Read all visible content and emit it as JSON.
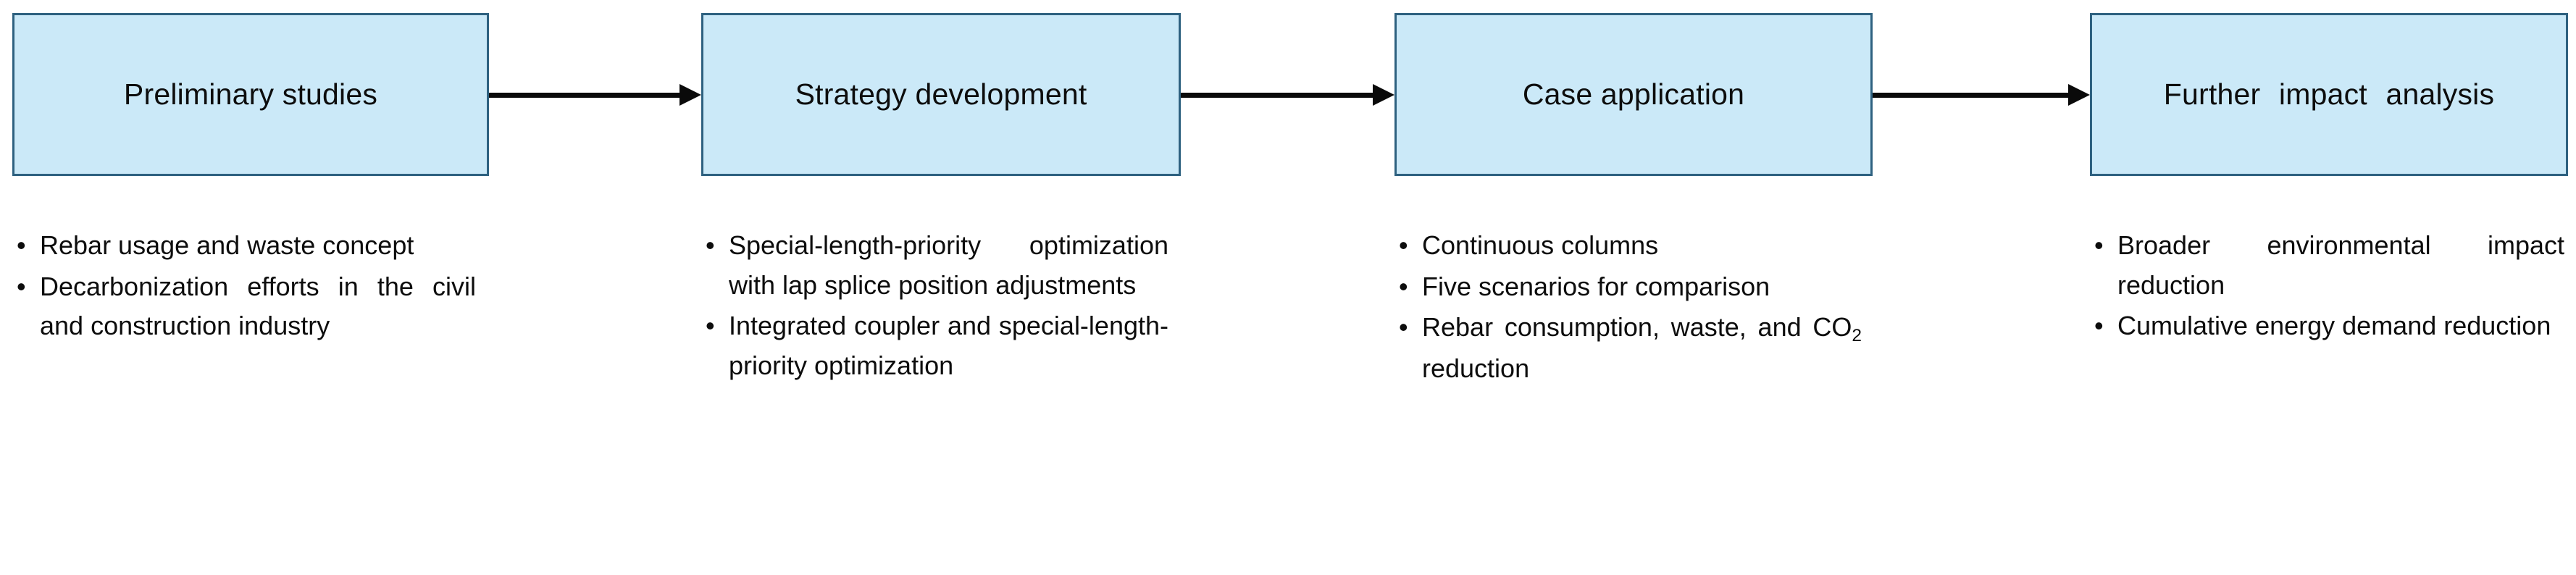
{
  "diagram": {
    "title": "Research workflow flowchart",
    "colors": {
      "box_fill": "#cbe9f8",
      "box_border": "#2e6180",
      "arrow": "#0a0a0a",
      "text": "#0d0d0d",
      "background": "#ffffff"
    },
    "stages": [
      {
        "id": "stage-1",
        "box_label": "Preliminary studies",
        "bullets": [
          "Rebar usage and waste concept",
          "Decarbonization efforts in the civil and construction industry"
        ]
      },
      {
        "id": "stage-2",
        "box_label": "Strategy development",
        "bullets": [
          "Special-length-priority optimization with lap splice position adjustments",
          "Integrated coupler and special-length-priority optimization"
        ]
      },
      {
        "id": "stage-3",
        "box_label": "Case application",
        "bullets": [
          "Continuous columns",
          "Five scenarios for comparison",
          "Rebar consumption, waste, and CO2 reduction"
        ]
      },
      {
        "id": "stage-4",
        "box_label": "Further impact analysis",
        "bullets": [
          "Broader environmental impact reduction",
          "Cumulative energy demand reduction"
        ]
      }
    ],
    "connectors": [
      {
        "id": "arrow-1",
        "from": "stage-1",
        "to": "stage-2",
        "icon": "arrow-right-icon"
      },
      {
        "id": "arrow-2",
        "from": "stage-2",
        "to": "stage-3",
        "icon": "arrow-right-icon"
      },
      {
        "id": "arrow-3",
        "from": "stage-3",
        "to": "stage-4",
        "icon": "arrow-right-icon"
      }
    ],
    "bullet_marker": "•"
  }
}
